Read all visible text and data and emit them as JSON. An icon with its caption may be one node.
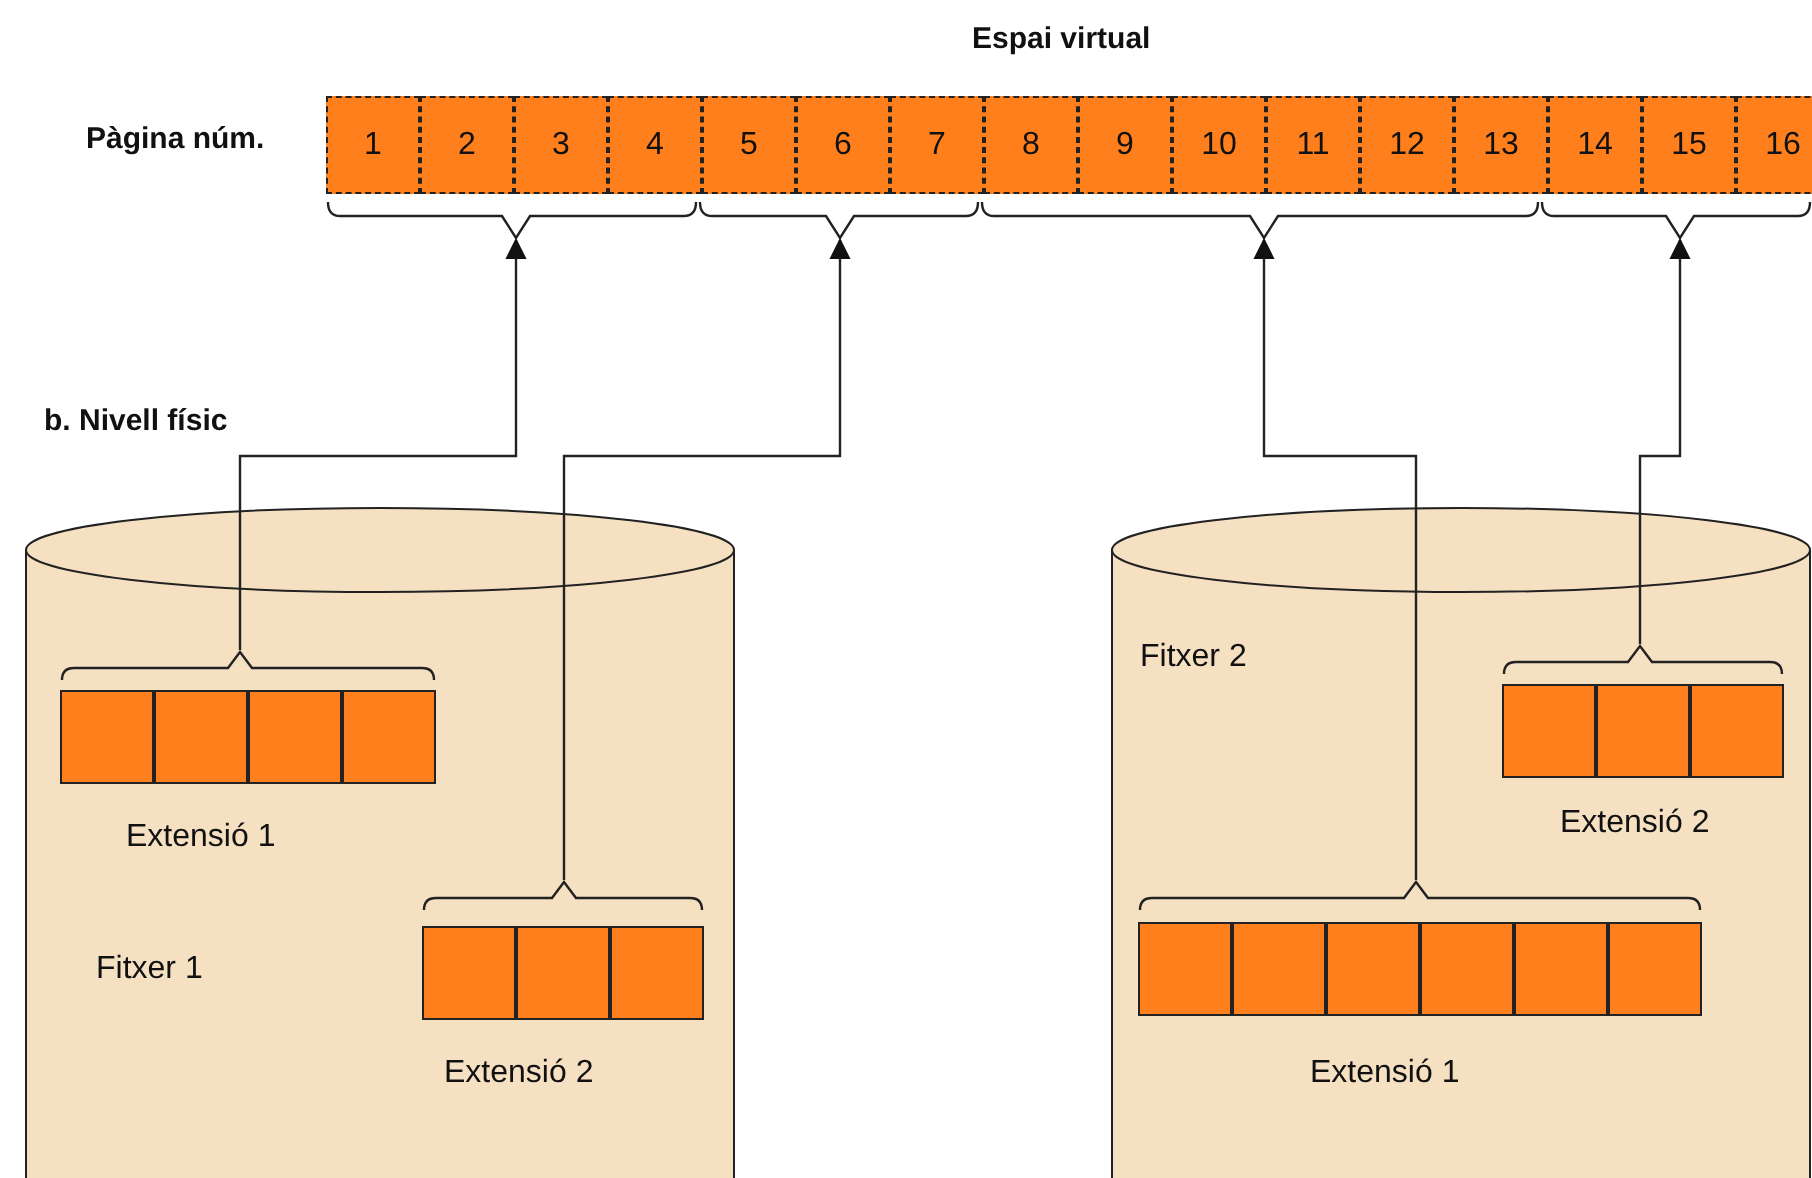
{
  "diagram": {
    "title": "Espai virtual",
    "nodes": [
      {
        "text": [
          "1"
        ]
      },
      {
        "text": [
          "2"
        ]
      },
      {
        "text": [
          "3"
        ]
      },
      {
        "text": [
          "4"
        ]
      },
      {
        "text": [
          "5"
        ]
      },
      {
        "text": [
          "6"
        ]
      },
      {
        "text": [
          "7"
        ]
      },
      {
        "text": [
          "8"
        ]
      },
      {
        "text": [
          "9"
        ]
      },
      {
        "text": [
          "10"
        ]
      },
      {
        "text": [
          "11"
        ]
      },
      {
        "text": [
          "12"
        ]
      },
      {
        "text": [
          "13"
        ]
      },
      {
        "text": [
          "14"
        ]
      },
      {
        "text": [
          "15"
        ]
      },
      {
        "text": [
          "16"
        ]
      },
      {
        "text": [],
        "shape": "bracket"
      },
      {
        "text": [],
        "shape": "bracket"
      },
      {
        "text": [],
        "shape": "bracket"
      },
      {
        "text": [],
        "shape": "bracket"
      },
      {
        "text": [
          "Fitxer 1"
        ]
      },
      {
        "text": [
          "Extensió 1"
        ],
        "in": 20
      },
      {
        "text": [],
        "shape": "box",
        "in": 21
      },
      {
        "text": [],
        "shape": "box",
        "in": 21
      },
      {
        "text": [],
        "shape": "box",
        "in": 21
      },
      {
        "text": [],
        "shape": "box",
        "in": 21
      },
      {
        "text": [
          "Extensió 2"
        ],
        "in": 20
      },
      {
        "text": [],
        "shape": "box",
        "in": 26
      },
      {
        "text": [],
        "shape": "box",
        "in": 26
      },
      {
        "text": [],
        "shape": "box",
        "in": 26
      },
      {
        "text": [
          "Fitxer 2"
        ]
      },
      {
        "text": [
          "Extensió 2"
        ],
        "in": 30
      },
      {
        "text": [],
        "shape": "box",
        "in": 31
      },
      {
        "text": [],
        "shape": "box",
        "in": 31
      },
      {
        "text": [],
        "shape": "box",
        "in": 31
      },
      {
        "text": [
          "Extensió 1"
        ],
        "in": 30
      },
      {
        "text": [],
        "shape": "box",
        "in": 35
      },
      {
        "text": [],
        "shape": "box",
        "in": 35
      },
      {
        "text": [],
        "shape": "box",
        "in": 35
      },
      {
        "text": [],
        "shape": "box",
        "in": 35
      },
      {
        "text": [],
        "shape": "box",
        "in": 35
      },
      {
        "text": [],
        "shape": "box",
        "in": 35
      }
    ],
    "edges": [
      {
        "from": 21,
        "to": 16,
        "arrow": "to"
      },
      {
        "from": 26,
        "to": 17,
        "arrow": "to"
      },
      {
        "from": 35,
        "to": 18,
        "arrow": "to"
      },
      {
        "from": 31,
        "to": 19,
        "arrow": "to"
      }
    ],
    "labels": [
      "Pàgina núm.",
      "b. Nivell físic"
    ]
  }
}
